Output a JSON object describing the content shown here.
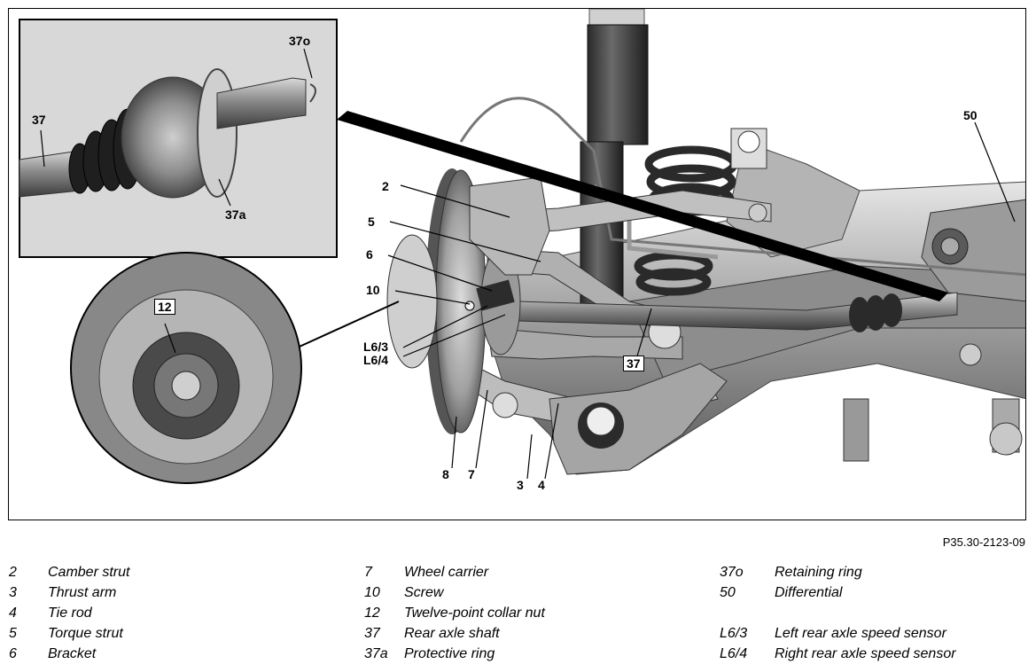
{
  "figure": {
    "reference": "P35.30-2123-09",
    "callouts": {
      "c37o": "37o",
      "c37": "37",
      "c37a": "37a",
      "c12": "12",
      "c50": "50",
      "c2": "2",
      "c5": "5",
      "c6": "6",
      "c10": "10",
      "cL63": "L6/3",
      "cL64": "L6/4",
      "c37main": "37",
      "c8": "8",
      "c7": "7",
      "c3": "3",
      "c4": "4"
    }
  },
  "legend": {
    "col1": [
      {
        "num": "2",
        "text": "Camber strut"
      },
      {
        "num": "3",
        "text": "Thrust arm"
      },
      {
        "num": "4",
        "text": "Tie rod"
      },
      {
        "num": "5",
        "text": "Torque strut"
      },
      {
        "num": "6",
        "text": "Bracket"
      }
    ],
    "col2": [
      {
        "num": "7",
        "text": "Wheel carrier"
      },
      {
        "num": "10",
        "text": "Screw"
      },
      {
        "num": "12",
        "text": "Twelve-point collar nut"
      },
      {
        "num": "37",
        "text": "Rear axle shaft"
      },
      {
        "num": "37a",
        "text": "Protective ring"
      }
    ],
    "col3_top": [
      {
        "num": "37o",
        "text": "Retaining ring"
      },
      {
        "num": "50",
        "text": "Differential"
      }
    ],
    "col3_bottom": [
      {
        "num": "L6/3",
        "text": "Left rear axle speed sensor"
      },
      {
        "num": "L6/4",
        "text": "Right rear axle speed sensor"
      }
    ]
  }
}
